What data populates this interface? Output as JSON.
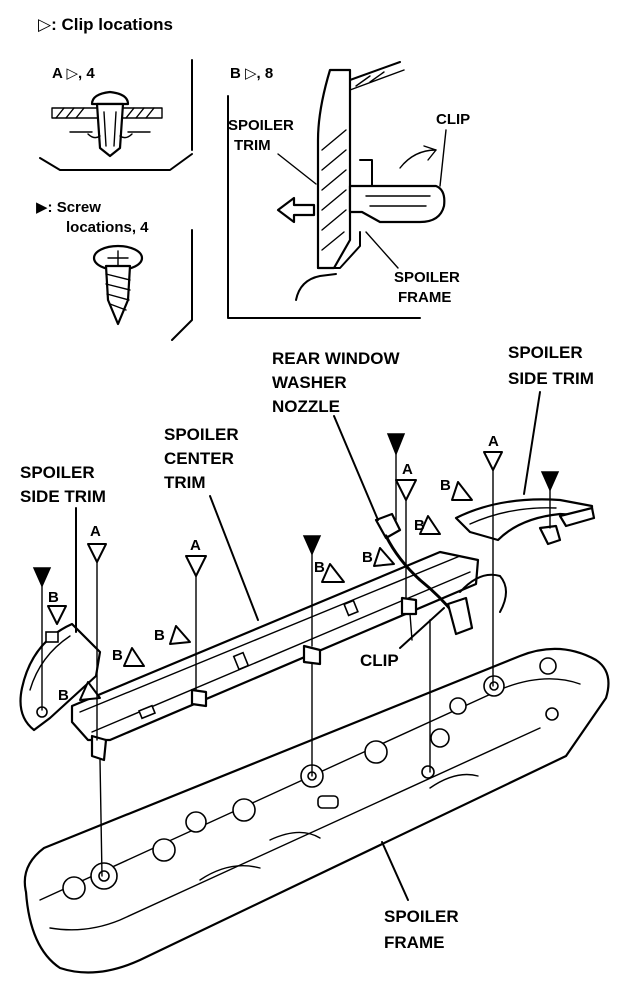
{
  "legend": {
    "clip_locations": "▷: Clip locations",
    "clip_a": "A ▷, 4",
    "clip_b": "B ▷, 8",
    "screw_line1": "▶: Screw",
    "screw_line2": "locations, 4"
  },
  "detail_b": {
    "spoiler_trim_1": "SPOILER",
    "spoiler_trim_2": "TRIM",
    "clip": "CLIP",
    "spoiler_frame_1": "SPOILER",
    "spoiler_frame_2": "FRAME"
  },
  "main": {
    "rear_window_1": "REAR WINDOW",
    "rear_window_2": "WASHER",
    "rear_window_3": "NOZZLE",
    "side_trim_right_1": "SPOILER",
    "side_trim_right_2": "SIDE TRIM",
    "center_trim_1": "SPOILER",
    "center_trim_2": "CENTER",
    "center_trim_3": "TRIM",
    "side_trim_left_1": "SPOILER",
    "side_trim_left_2": "SIDE TRIM",
    "clip": "CLIP",
    "spoiler_frame_1": "SPOILER",
    "spoiler_frame_2": "FRAME",
    "marker_a": "A",
    "marker_b": "B"
  }
}
